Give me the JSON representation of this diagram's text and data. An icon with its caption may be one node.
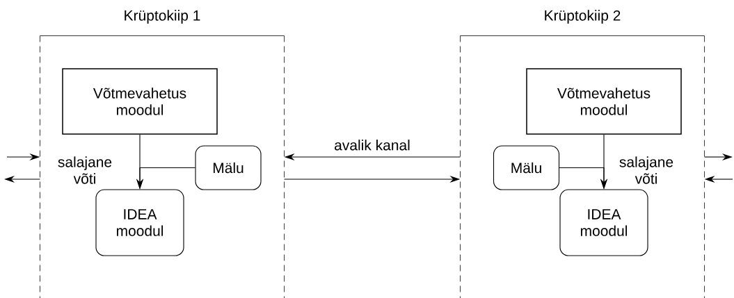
{
  "diagram": {
    "nodes": [
      {
        "text": [
          "Krüptokiip 1"
        ]
      },
      {
        "text": [
          "Võtmevahetus moodul"
        ],
        "in": 0
      },
      {
        "text": [
          "Mälu"
        ],
        "in": 0
      },
      {
        "text": [
          "IDEA moodul"
        ],
        "in": 0
      },
      {
        "text": [
          "Krüptokiip 2"
        ]
      },
      {
        "text": [
          "Võtmevahetus moodul"
        ],
        "in": 4
      },
      {
        "text": [
          "Mälu"
        ],
        "in": 4
      },
      {
        "text": [
          "IDEA moodul"
        ],
        "in": 4
      }
    ],
    "edges": [
      {
        "from": 1,
        "to": 3,
        "arrow": "to"
      },
      {
        "from": 2,
        "to": 3,
        "arrow": "to"
      },
      {
        "from": 5,
        "to": 7,
        "arrow": "to"
      },
      {
        "from": 6,
        "to": 7,
        "arrow": "to"
      },
      {
        "from": null,
        "to": 0,
        "arrow": "to"
      },
      {
        "from": 0,
        "to": null,
        "arrow": "to"
      },
      {
        "from": 4,
        "to": 0,
        "arrow": "to",
        "label": "avalik kanal"
      },
      {
        "from": 0,
        "to": 4,
        "arrow": "to"
      },
      {
        "from": 4,
        "to": null,
        "arrow": "to"
      },
      {
        "from": null,
        "to": 4,
        "arrow": "to"
      }
    ],
    "labels": [
      "salajane võti",
      "salajane võti"
    ]
  }
}
